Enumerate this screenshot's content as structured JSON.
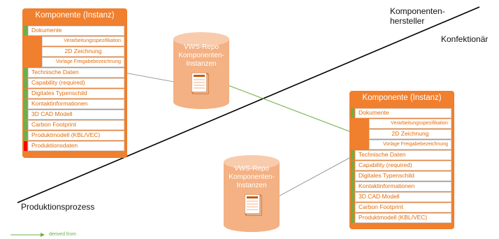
{
  "labels": {
    "manufacturer": "Komponenten-\nhersteller",
    "assembler": "Konfektionär",
    "process": "Produktionsprozess"
  },
  "legend": {
    "derived": "derived from"
  },
  "colors": {
    "card": "#f07f2e",
    "repo": "#f4b183",
    "derived_arrow": "#70ad47",
    "mark_green": "#70ad47",
    "mark_red": "#ff0000"
  },
  "card_left": {
    "title": "Komponente (Instanz)",
    "items": [
      {
        "label": "Dokumente",
        "mark": "green"
      },
      {
        "label": "Verarbeitungsspezifikation",
        "sub": true
      },
      {
        "label": "2D Zeichnung",
        "sub": true
      },
      {
        "label": "Vorlage Freigabebezeichnung",
        "sub": true
      },
      {
        "label": "Technische Daten",
        "mark": "green"
      },
      {
        "label": "Capability (required)",
        "mark": "green"
      },
      {
        "label": "Digitales Typenschild",
        "mark": "green"
      },
      {
        "label": "Kontaktinformationen",
        "mark": "green"
      },
      {
        "label": "3D CAD Modell",
        "mark": "green"
      },
      {
        "label": "Carbon Footprint",
        "mark": "green"
      },
      {
        "label": "Produktmodell (KBL/VEC)",
        "mark": "green"
      },
      {
        "label": "Produktionsdaten",
        "mark": "red"
      }
    ]
  },
  "card_right": {
    "title": "Komponente (Instanz)",
    "items": [
      {
        "label": "Dokumente",
        "mark": "green"
      },
      {
        "label": "Verarbeitungsspezifikation",
        "sub": true
      },
      {
        "label": "2D Zeichnung",
        "sub": true
      },
      {
        "label": "Vorlage Freigabebezeichnung",
        "sub": true
      },
      {
        "label": "Technische Daten",
        "mark": "green"
      },
      {
        "label": "Capability (required)",
        "mark": "green"
      },
      {
        "label": "Digitales Typenschild",
        "mark": "green"
      },
      {
        "label": "Kontaktinformationen",
        "mark": "green"
      },
      {
        "label": "3D CAD Modell",
        "mark": "green"
      },
      {
        "label": "Carbon Footprint",
        "mark": "green"
      },
      {
        "label": "Produktmodell (KBL/VEC)",
        "mark": "green"
      }
    ]
  },
  "repo_top": {
    "text": "VWS-Repo\nKomponenten-\nInstanzen"
  },
  "repo_bottom": {
    "text": "VWS-Repo\nKomponenten-\nInstanzen"
  }
}
